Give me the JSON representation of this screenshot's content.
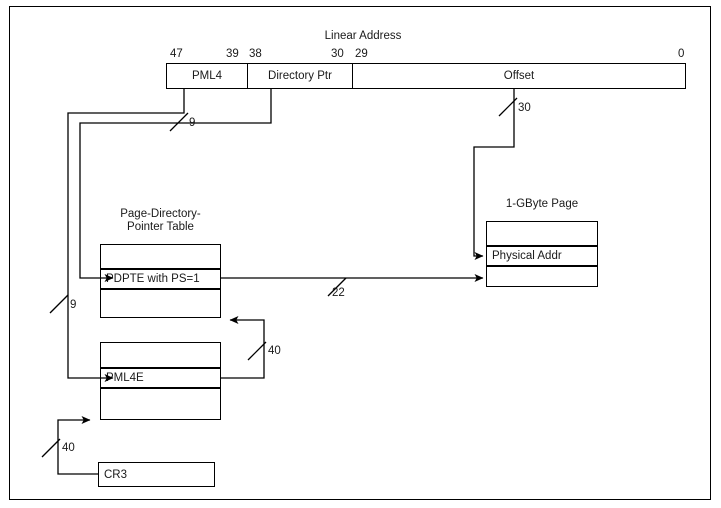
{
  "figure": {
    "title": "Linear Address",
    "diagram_name": "linear-address-translation-1gbyte-page"
  },
  "linear_address": {
    "title": "Linear Address",
    "bit_labels": {
      "high": "47",
      "pml4_low": "39",
      "dirptr_high": "38",
      "dirptr_low": "30",
      "offset_high": "29",
      "offset_low": "0"
    },
    "fields": [
      {
        "name": "PML4",
        "label": "PML4"
      },
      {
        "name": "Directory Ptr",
        "label": "Directory Ptr"
      },
      {
        "name": "Offset",
        "label": "Offset"
      }
    ]
  },
  "tables": {
    "pdpt": {
      "caption_line1": "Page-Directory-",
      "caption_line2": "Pointer Table",
      "entry_label": "PDPTE with PS=1"
    },
    "pml4_table": {
      "entry_label": "PML4E"
    },
    "page": {
      "caption": "1-GByte Page",
      "entry_label": "Physical Addr"
    },
    "cr3": {
      "label": "CR3"
    }
  },
  "bit_width_labels": {
    "pml4_index": "9",
    "dirptr_index": "9",
    "offset_bits": "30",
    "pdpte_addr_bits": "22",
    "pml4e_addr_bits": "40",
    "cr3_addr_bits": "40"
  }
}
